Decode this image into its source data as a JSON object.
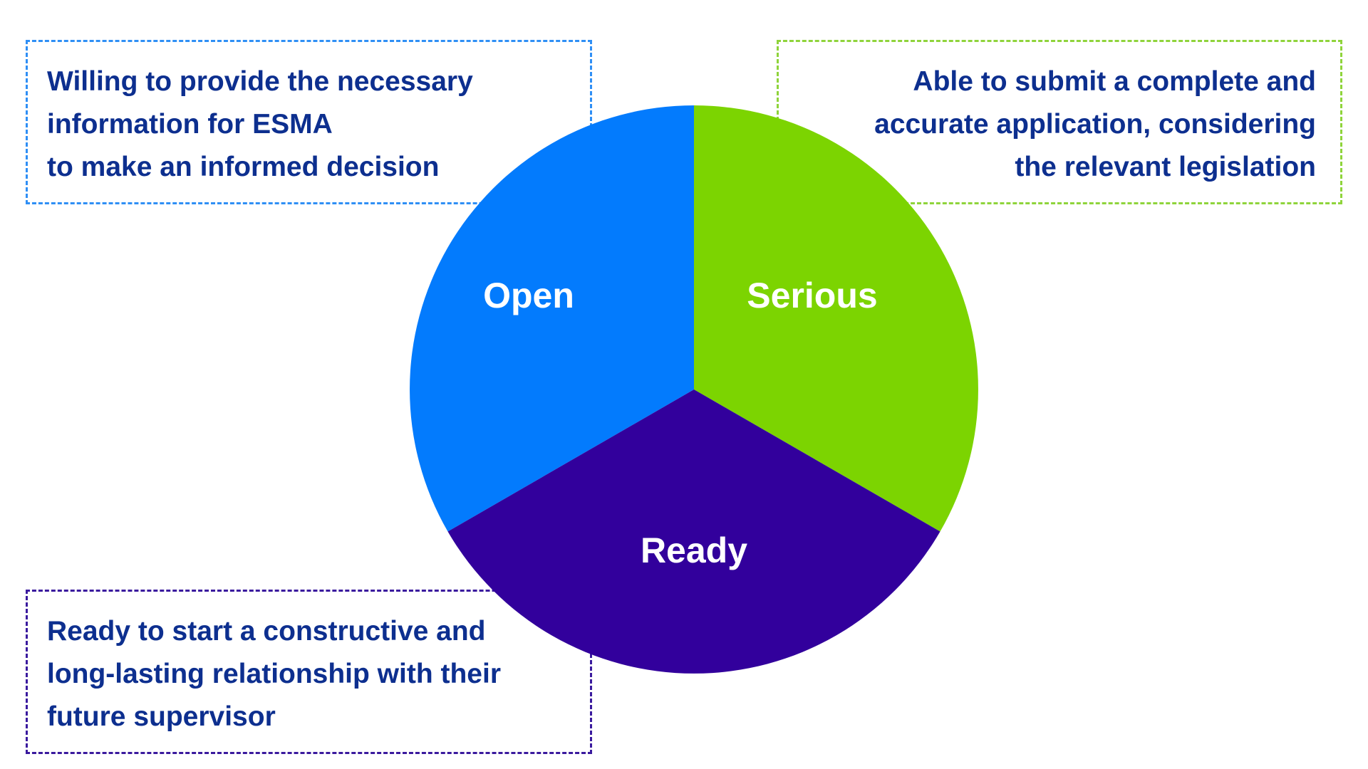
{
  "segments": [
    {
      "id": "open",
      "label": "Open",
      "color": "#037bfd"
    },
    {
      "id": "serious",
      "label": "Serious",
      "color": "#7cd401"
    },
    {
      "id": "ready",
      "label": "Ready",
      "color": "#32009c"
    }
  ],
  "notes": {
    "open": {
      "lines": [
        "Willing to provide the necessary",
        "information for ESMA",
        "to make an informed decision"
      ],
      "border_color": "#2f8ff5"
    },
    "serious": {
      "lines": [
        "Able to submit a complete and",
        "accurate application, considering",
        "the relevant legislation"
      ],
      "border_color": "#8fd43b"
    },
    "ready": {
      "lines": [
        "Ready to start a constructive and",
        "long-lasting relationship with their",
        "future supervisor"
      ],
      "border_color": "#3a1a9e"
    }
  },
  "text_color": "#0d2f8f"
}
